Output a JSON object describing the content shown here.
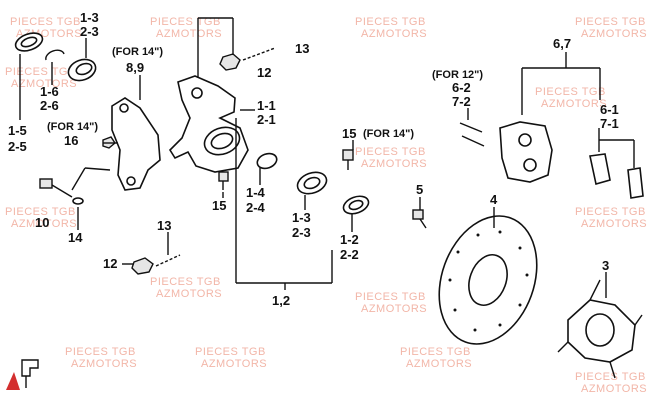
{
  "watermark": {
    "line1": "PIECES TGB",
    "line2": "AZMOTORS"
  },
  "labels": {
    "l13a": "1-3",
    "l23a": "2-3",
    "for14a": "(FOR 14\")",
    "l89": "8,9",
    "l13b": "13",
    "l12a": "12",
    "l11": "1-1",
    "l21": "2-1",
    "for14b": "(FOR 14\")",
    "l16": "16",
    "l16b": "1-6",
    "l26": "2-6",
    "l15": "1-5",
    "l25": "2-5",
    "l15b": "15",
    "for14c": "(FOR 14\")",
    "l10": "10",
    "l14": "14",
    "l15c": "15",
    "l14b": "1-4",
    "l24": "2-4",
    "l13c": "1-3",
    "l23c": "2-3",
    "l12b": "1-2",
    "l22": "2-2",
    "l13d": "13",
    "l12c": "12",
    "l12main": "1,2",
    "l67": "6,7",
    "for12": "(FOR 12\")",
    "l62": "6-2",
    "l72": "7-2",
    "l61": "6-1",
    "l71": "7-1",
    "l5": "5",
    "l4": "4",
    "l3": "3"
  },
  "icons": {
    "logo": "brand-logo-icon"
  },
  "colors": {
    "line": "#111111",
    "watermark": "#f2b6a8"
  }
}
